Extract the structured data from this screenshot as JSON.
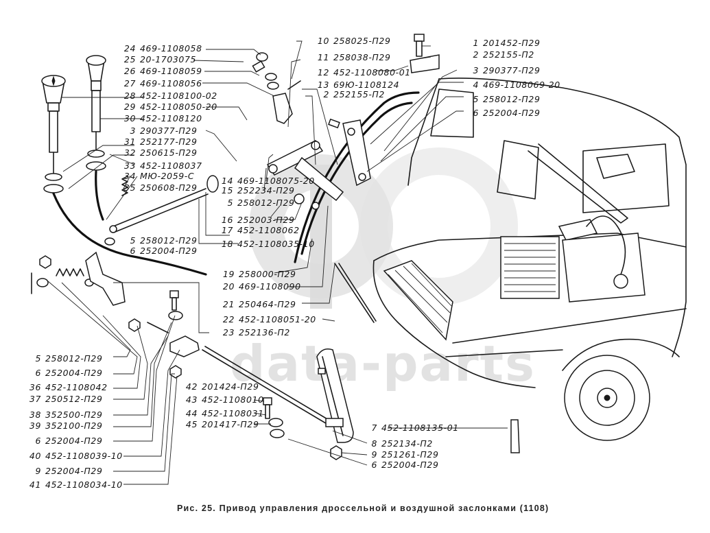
{
  "figure": {
    "caption": "Рис. 25. Привод управления дроссельной и воздушной заслонками (1108)",
    "watermark_text": "data-parts"
  },
  "callouts": {
    "top_left": [
      {
        "num": "24",
        "part": "469-1108058"
      },
      {
        "num": "25",
        "part": "20-1703075"
      },
      {
        "num": "26",
        "part": "469-1108059"
      },
      {
        "num": "27",
        "part": "469-1108056"
      },
      {
        "num": "28",
        "part": "452-1108100-02"
      },
      {
        "num": "29",
        "part": "452-1108050-20"
      },
      {
        "num": "30",
        "part": "452-1108120"
      },
      {
        "num": "3",
        "part": "290377-П29"
      },
      {
        "num": "31",
        "part": "252177-П29"
      },
      {
        "num": "32",
        "part": "250615-П29"
      },
      {
        "num": "33",
        "part": "452-1108037"
      },
      {
        "num": "34",
        "part": "МЮ-2059-С"
      },
      {
        "num": "35",
        "part": "250608-П29"
      }
    ],
    "mid_left": [
      {
        "num": "5",
        "part": "258012-П29"
      },
      {
        "num": "6",
        "part": "252004-П29"
      }
    ],
    "center": [
      {
        "num": "14",
        "part": "469-1108075-20"
      },
      {
        "num": "15",
        "part": "252234-П29"
      },
      {
        "num": "5",
        "part": "258012-П29"
      },
      {
        "num": "16",
        "part": "252003-П29"
      },
      {
        "num": "17",
        "part": "452-1108062"
      },
      {
        "num": "18",
        "part": "452-1108035-10"
      }
    ],
    "center_lower": [
      {
        "num": "19",
        "part": "258000-П29"
      },
      {
        "num": "20",
        "part": "469-1108090"
      },
      {
        "num": "21",
        "part": "250464-П29"
      },
      {
        "num": "22",
        "part": "452-1108051-20"
      },
      {
        "num": "23",
        "part": "252136-П2"
      }
    ],
    "top_center": [
      {
        "num": "10",
        "part": "258025-П29"
      },
      {
        "num": "11",
        "part": "258038-П29"
      },
      {
        "num": "12",
        "part": "452-1108080-01"
      },
      {
        "num": "13",
        "part": "69Ю-1108124"
      },
      {
        "num": "2",
        "part": "252155-П2"
      }
    ],
    "top_right": [
      {
        "num": "1",
        "part": "201452-П29"
      },
      {
        "num": "2",
        "part": "252155-П2"
      },
      {
        "num": "3",
        "part": "290377-П29"
      },
      {
        "num": "4",
        "part": "469-1108069-20"
      },
      {
        "num": "5",
        "part": "258012-П29"
      },
      {
        "num": "6",
        "part": "252004-П29"
      }
    ],
    "bottom_left": [
      {
        "num": "5",
        "part": "258012-П29"
      },
      {
        "num": "6",
        "part": "252004-П29"
      },
      {
        "num": "36",
        "part": "452-1108042"
      },
      {
        "num": "37",
        "part": "250512-П29"
      },
      {
        "num": "38",
        "part": "352500-П29"
      },
      {
        "num": "39",
        "part": "352100-П29"
      },
      {
        "num": "6",
        "part": "252004-П29"
      },
      {
        "num": "40",
        "part": "452-1108039-10"
      },
      {
        "num": "9",
        "part": "252004-П29"
      },
      {
        "num": "41",
        "part": "452-1108034-10"
      }
    ],
    "bottom_center": [
      {
        "num": "42",
        "part": "201424-П29"
      },
      {
        "num": "43",
        "part": "452-1108010"
      },
      {
        "num": "44",
        "part": "452-1108031"
      },
      {
        "num": "45",
        "part": "201417-П29"
      }
    ],
    "bottom_right": [
      {
        "num": "7",
        "part": "452-1108135-01"
      },
      {
        "num": "8",
        "part": "252134-П2"
      },
      {
        "num": "9",
        "part": "251261-П29"
      },
      {
        "num": "6",
        "part": "252004-П29"
      }
    ]
  }
}
